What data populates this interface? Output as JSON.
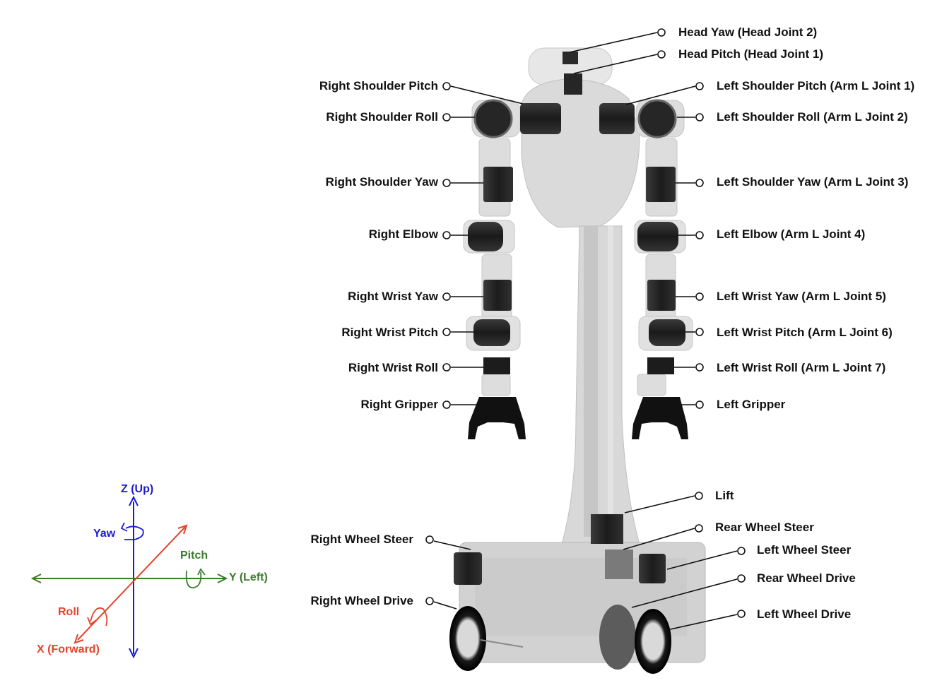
{
  "labels": {
    "head_yaw": "Head Yaw (Head Joint 2)",
    "head_pitch": "Head Pitch (Head Joint 1)",
    "right_shoulder_pitch": "Right Shoulder Pitch",
    "left_shoulder_pitch": "Left Shoulder Pitch (Arm L Joint 1)",
    "right_shoulder_roll": "Right Shoulder Roll",
    "left_shoulder_roll": "Left Shoulder Roll (Arm L Joint 2)",
    "right_shoulder_yaw": "Right Shoulder Yaw",
    "left_shoulder_yaw": "Left Shoulder Yaw (Arm L Joint 3)",
    "right_elbow": "Right Elbow",
    "left_elbow": "Left Elbow (Arm L Joint 4)",
    "right_wrist_yaw": "Right Wrist Yaw",
    "left_wrist_yaw": "Left Wrist Yaw  (Arm L Joint 5)",
    "right_wrist_pitch": "Right Wrist Pitch",
    "left_wrist_pitch": "Left Wrist Pitch  (Arm L Joint 6)",
    "right_wrist_roll": "Right Wrist Roll",
    "left_wrist_roll": "Left Wrist Roll  (Arm L Joint 7)",
    "right_gripper": "Right Gripper",
    "left_gripper": "Left Gripper",
    "lift": "Lift",
    "right_wheel_steer": "Right Wheel Steer",
    "rear_wheel_steer": "Rear Wheel Steer",
    "left_wheel_steer": "Left Wheel Steer",
    "rear_wheel_drive": "Rear Wheel Drive",
    "right_wheel_drive": "Right Wheel Drive",
    "left_wheel_drive": "Left Wheel Drive"
  },
  "axes": {
    "z": "Z (Up)",
    "y": "Y (Left)",
    "x": "X (Forward)",
    "yaw": "Yaw",
    "pitch": "Pitch",
    "roll": "Roll"
  },
  "colors": {
    "z_axis": "#1a1ad8",
    "y_axis": "#3a7a2a",
    "x_axis": "#e5432a",
    "label_text": "#111111",
    "robot_body": "#cfcfcf",
    "actuator": "#2a2a2a"
  }
}
